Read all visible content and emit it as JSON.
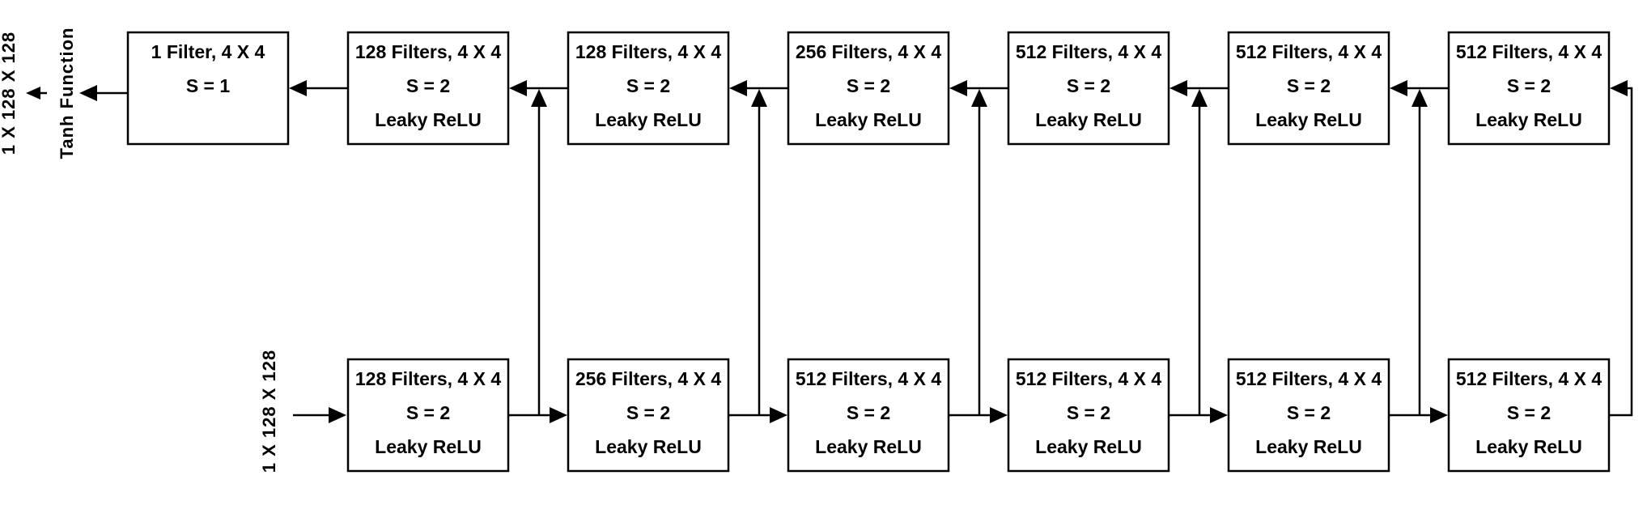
{
  "input_label": "1 X 128 X 128",
  "output_label": "1 X 128 X 128",
  "output_activation": "Tanh Function",
  "encoder": [
    {
      "line1": "128 Filters, 4 X 4",
      "line2": "S = 2",
      "line3": "Leaky ReLU"
    },
    {
      "line1": "256 Filters, 4 X 4",
      "line2": "S = 2",
      "line3": "Leaky ReLU"
    },
    {
      "line1": "512 Filters, 4 X 4",
      "line2": "S = 2",
      "line3": "Leaky ReLU"
    },
    {
      "line1": "512 Filters, 4 X 4",
      "line2": "S = 2",
      "line3": "Leaky ReLU"
    },
    {
      "line1": "512 Filters, 4 X 4",
      "line2": "S = 2",
      "line3": "Leaky ReLU"
    },
    {
      "line1": "512 Filters, 4 X 4",
      "line2": "S = 2",
      "line3": "Leaky ReLU"
    }
  ],
  "decoder": [
    {
      "line1": "1 Filter, 4 X 4",
      "line2": "S = 1",
      "line3": ""
    },
    {
      "line1": "128 Filters, 4 X 4",
      "line2": "S = 2",
      "line3": "Leaky ReLU"
    },
    {
      "line1": "128 Filters, 4 X 4",
      "line2": "S = 2",
      "line3": "Leaky ReLU"
    },
    {
      "line1": "256 Filters, 4 X 4",
      "line2": "S = 2",
      "line3": "Leaky ReLU"
    },
    {
      "line1": "512 Filters, 4 X 4",
      "line2": "S = 2",
      "line3": "Leaky ReLU"
    },
    {
      "line1": "512 Filters, 4 X 4",
      "line2": "S = 2",
      "line3": "Leaky ReLU"
    },
    {
      "line1": "512 Filters, 4 X 4",
      "line2": "S = 2",
      "line3": "Leaky ReLU"
    }
  ]
}
